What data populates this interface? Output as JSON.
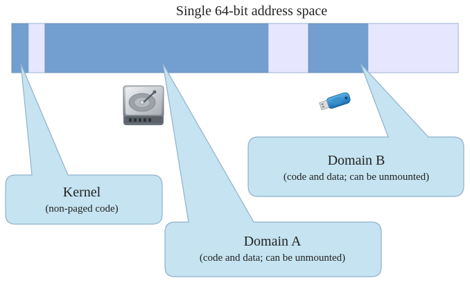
{
  "diagram": {
    "title": "Single 64-bit address space",
    "colors": {
      "segment_used": "#729fcf",
      "segment_free": "#e6e6ff",
      "bar_border": "#7a9cc6",
      "callout_fill": "#c5e3f0",
      "callout_border": "#8fb1cc"
    },
    "kernel": {
      "label": "Kernel",
      "sublabel": "(non-paged code)"
    },
    "domain_a": {
      "label": "Domain A",
      "sublabel": "(code and data; can be unmounted)",
      "icon": "hard-drive-icon"
    },
    "domain_b": {
      "label": "Domain B",
      "sublabel": "(code and data; can be unmounted)",
      "icon": "usb-stick-icon"
    }
  }
}
